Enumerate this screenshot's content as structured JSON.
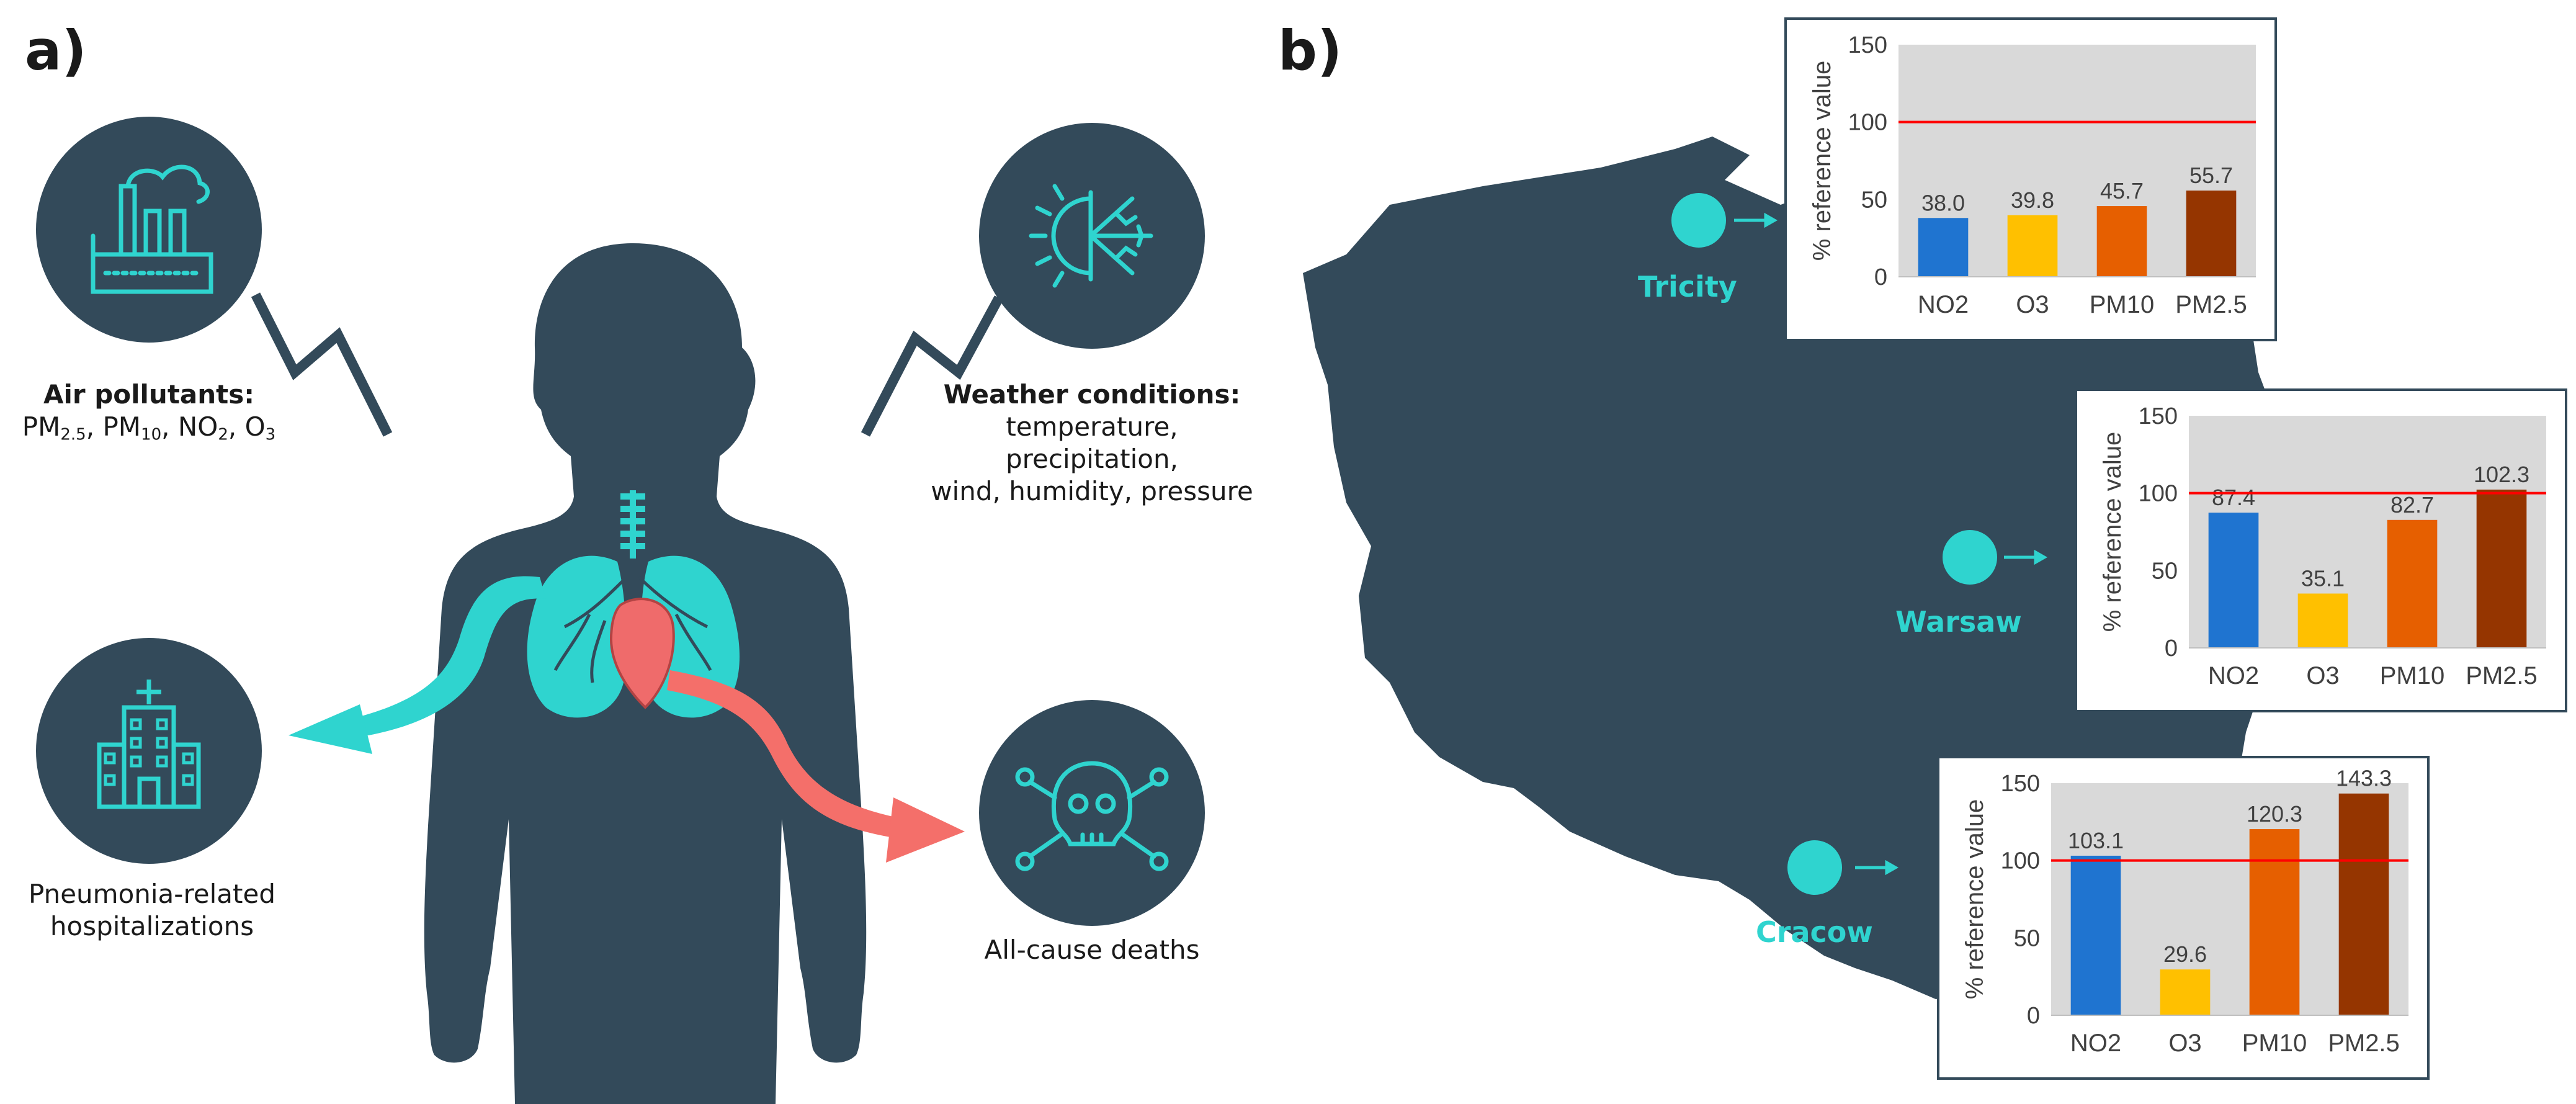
{
  "panels": {
    "a_label": "a)",
    "b_label": "b)"
  },
  "left": {
    "pollutants_title": "Air pollutants:",
    "pollutants_list": [
      "PM",
      "2.5",
      ", PM",
      "10",
      ", NO",
      "2",
      ", O",
      "3"
    ],
    "weather_title": "Weather conditions:",
    "weather_lines": [
      "temperature,",
      "precipitation,",
      "wind, humidity, pressure"
    ],
    "hospital_lines": [
      "Pneumonia-related",
      "hospitalizations"
    ],
    "deaths_label": "All-cause deaths",
    "icons": [
      "factory-icon",
      "weather-icon",
      "hospital-icon",
      "skull-crossbones-icon"
    ]
  },
  "colors": {
    "dark": "#334a5a",
    "teal": "#2fd4cf",
    "salmon": "#f46f6a",
    "heart": "#ef6b6b",
    "NO2": "#1f74d0",
    "O3": "#ffc000",
    "PM10": "#e65f00",
    "PM2.5": "#953500",
    "reference": "#ff0000",
    "plot_bg": "#d9d9d9"
  },
  "cities": [
    {
      "name": "Tricity"
    },
    {
      "name": "Warsaw"
    },
    {
      "name": "Cracow"
    }
  ],
  "chart_data": [
    {
      "type": "bar",
      "categories": [
        "NO2",
        "O3",
        "PM10",
        "PM2.5"
      ],
      "values": [
        38.0,
        39.8,
        45.7,
        55.7
      ],
      "value_labels": [
        "38.0",
        "39.8",
        "45.7",
        "55.7"
      ],
      "title": "",
      "xlabel": "",
      "ylabel": "% reference value",
      "ylim": [
        0,
        150
      ],
      "yticks": [
        0,
        50,
        100,
        150
      ],
      "reference_line": 100
    },
    {
      "type": "bar",
      "categories": [
        "NO2",
        "O3",
        "PM10",
        "PM2.5"
      ],
      "values": [
        87.4,
        35.1,
        82.7,
        102.3
      ],
      "value_labels": [
        "87.4",
        "35.1",
        "82.7",
        "102.3"
      ],
      "title": "",
      "xlabel": "",
      "ylabel": "% reference value",
      "ylim": [
        0,
        150
      ],
      "yticks": [
        0,
        50,
        100,
        150
      ],
      "reference_line": 100
    },
    {
      "type": "bar",
      "categories": [
        "NO2",
        "O3",
        "PM10",
        "PM2.5"
      ],
      "values": [
        103.1,
        29.6,
        120.3,
        143.3
      ],
      "value_labels": [
        "103.1",
        "29.6",
        "120.3",
        "143.3"
      ],
      "title": "",
      "xlabel": "",
      "ylabel": "% reference value",
      "ylim": [
        0,
        150
      ],
      "yticks": [
        0,
        50,
        100,
        150
      ],
      "reference_line": 100
    }
  ]
}
